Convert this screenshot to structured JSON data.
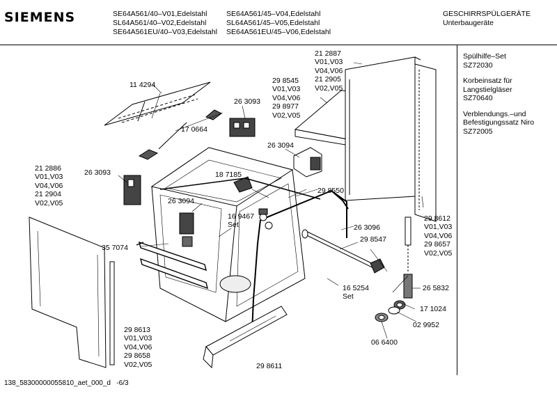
{
  "header": {
    "brand": "SIEMENS",
    "models_col1": [
      "SE64A561/40–V01,Edelstahl",
      "SL64A561/40–V02,Edelstahl",
      "SE64A561EU/40–V03,Edelstahl"
    ],
    "models_col2": [
      "SE64A561/45–V04,Edelstahl",
      "SL64A561/45–V05,Edelstahl",
      "SE64A561EU/45–V06,Edelstahl"
    ],
    "category": "GESCHIRRSPÜLGERÄTE",
    "subcategory": "Unterbaugeräte"
  },
  "sidebar": {
    "items": [
      {
        "lines": [
          "Spülhilfe–Set",
          "SZ72030"
        ]
      },
      {
        "lines": [
          "Korbeinsatz für",
          "Langstielgläser",
          "SZ70640"
        ]
      },
      {
        "lines": [
          "Verblendungs.–und",
          "Befestigungssatz Niro",
          "SZ72005"
        ]
      }
    ]
  },
  "labels": {
    "l114294": "11 4294",
    "l263093a": "26 3093",
    "l170664": "17 0664",
    "l263094a": "26 3094",
    "l212887": [
      "21 2887",
      "V01,V03",
      "V04,V06",
      "21 2905",
      "V02,V05"
    ],
    "l298545": [
      "29 8545",
      "V01,V03",
      "V04,V06",
      "29 8977",
      "V02,V05"
    ],
    "l212886": [
      "21 2886",
      "V01,V03",
      "V04,V06",
      "21 2904",
      "V02,V05"
    ],
    "l263093b": "26 3093",
    "l187185": "18 7185",
    "l298550": "29 8550",
    "l263094b": "26 3094",
    "l169467": [
      "16 9467",
      "Set"
    ],
    "l263096": "26 3096",
    "l357074": "35 7074",
    "l298547": "29 8547",
    "l298612": [
      "29 8612",
      "V01,V03",
      "V04,V06",
      "29 8657",
      "V02,V05"
    ],
    "l165254": [
      "16 5254",
      "Set"
    ],
    "l265832": "26 5832",
    "l171024": "17 1024",
    "l029952": "02 9952",
    "l066400": "06 6400",
    "l298613": [
      "29 8613",
      "V01,V03",
      "V04,V06",
      "29 8658",
      "V02,V05"
    ],
    "l298611": "29 8611"
  },
  "footer": {
    "code": "138_58300000055810_aet_000_d",
    "page": "-6/3"
  }
}
